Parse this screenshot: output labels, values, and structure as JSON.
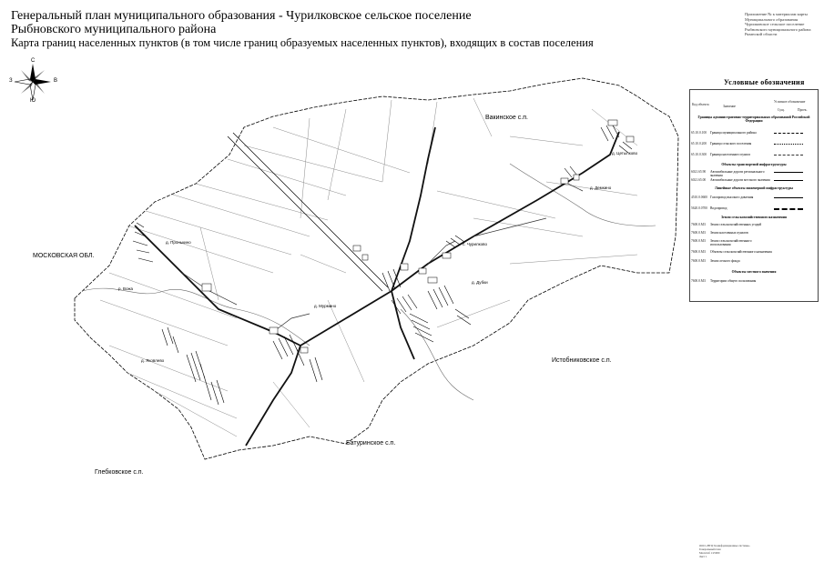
{
  "header": {
    "title_line1": "Генеральный план муниципального образования - Чурилковское сельское поселение",
    "title_line2": "Рыбновского муниципального района",
    "title_line3": "Карта границ населенных пунктов (в том числе границ образуемых населенных пунктов), входящих в состав поселения"
  },
  "approval": {
    "lines": [
      "Приложение № к материалам карты",
      "Муниципального образования",
      "Чурилковское сельское поселение",
      "Рыбновского муниципального района",
      "Рязанской области"
    ]
  },
  "compass": {
    "north": "С",
    "south": "Ю",
    "west": "З",
    "east": "В"
  },
  "legend": {
    "title": "Условные обозначения",
    "col_code": "Код объекта",
    "col_name": "Значение",
    "col_sym": "Условное обозначение",
    "col_sym_sub1": "Сущ.",
    "col_sym_sub2": "Проек.",
    "sections": [
      "Границы административно-территориальных образований Российской Федерации",
      "Объекты транспортной инфраструктуры",
      "Линейные объекты инженерной инфраструктуры",
      "Земли сельскохозяйственного назначения",
      "Объекты местного значения"
    ],
    "rows": [
      {
        "code": "65.10.0.100",
        "text": "Граница муниципального района"
      },
      {
        "code": "65.10.0.200",
        "text": "Граница сельского поселения"
      },
      {
        "code": "65.10.0.300",
        "text": "Граница населенного пункта"
      },
      {
        "code": "6021.65.90",
        "text": "Автомобильные дороги регионального значения"
      },
      {
        "code": "6021.65.00",
        "text": "Автомобильные дороги местного значения"
      },
      {
        "code": "4510.0.0600",
        "text": "Газопровод высокого давления"
      },
      {
        "code": "5620.0.0700",
        "text": "Водопровод"
      },
      {
        "code": "7600.0.МЗ",
        "text": "Земли сельскохозяйственных угодий"
      },
      {
        "code": "7600.0.МЗ",
        "text": "Земли населенных пунктов"
      },
      {
        "code": "7600.0.МЗ",
        "text": "Земли сельскохозяйственного использования"
      },
      {
        "code": "7600.0.МЗ",
        "text": "Объекты сельскохозяйственного назначения"
      },
      {
        "code": "7600.0.МЗ",
        "text": "Земли лесного фонда"
      },
      {
        "code": "7600.0.МЗ",
        "text": "Территории общего пользования"
      }
    ]
  },
  "places": {
    "vakinskoe": "Вакинское с.п.",
    "moskovskaya": "МОСКОВСКАЯ ОБЛ.",
    "istobnikovskoe": "Истобниковское с.п.",
    "baturinskoe": "Батуринское с.п.",
    "glebkovskoe": "Глебковское с.п."
  },
  "villages": {
    "v1": "д. Цетылково",
    "v2": "д. Демкино",
    "v3": "с. Чурилково",
    "v4": "д. Пронькино",
    "v5": "д. Яковлево",
    "v6": "д. Мурмино",
    "v7": "д. Дубки",
    "v8": "р. Вожа"
  },
  "stamp": {
    "line1": "ООО «НТЦ Геоинформационные системы»",
    "line2": "Генеральный план",
    "line3": "Масштаб 1:25000",
    "sheet": "Лист 1"
  },
  "colors": {
    "ink": "#000000",
    "road": "#111111",
    "field": "#8a8a8a",
    "water": "#6a6a6a"
  }
}
